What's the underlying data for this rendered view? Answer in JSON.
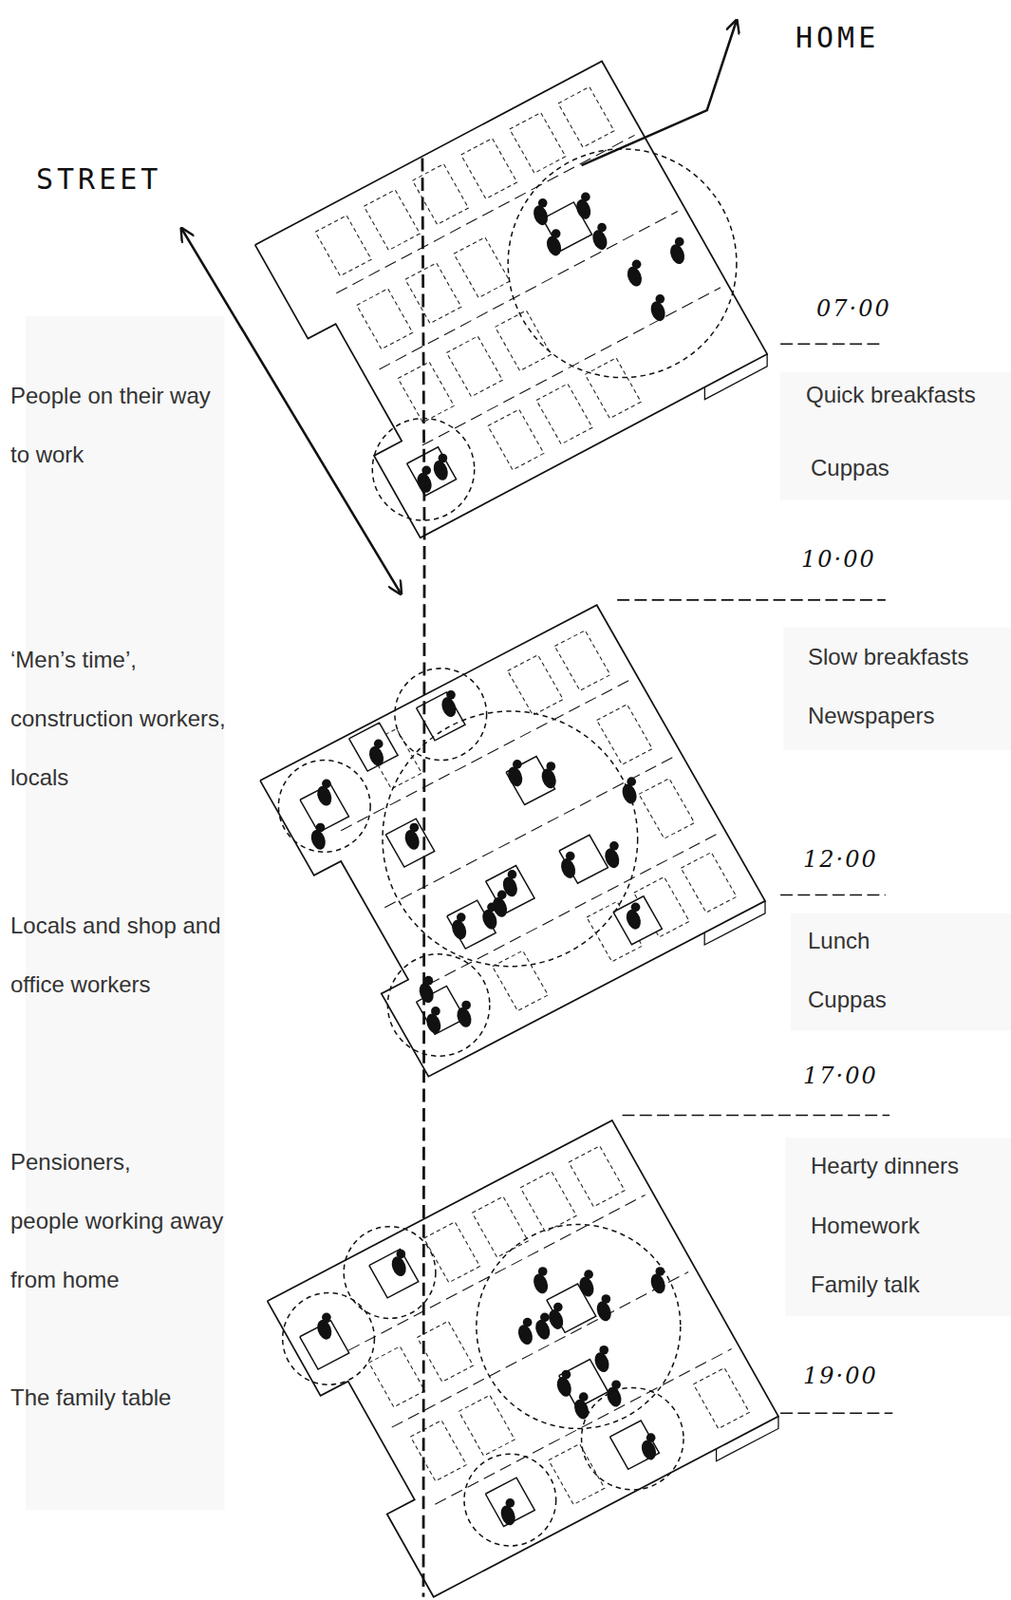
{
  "diagram": {
    "labels": [
      "HOME",
      "STREET",
      "07·00",
      "People on their way to work",
      "Quick breakfasts",
      "Cuppas",
      "10·00",
      "‘Men’s time’, construction workers, locals",
      "Slow breakfasts",
      "Newspapers",
      "12·00",
      "Locals and shop and office workers",
      "Lunch",
      "Cuppas",
      "17·00",
      "Pensioners, people working away from home",
      "Hearty dinners",
      "Homework",
      "Family talk",
      "19·00",
      "The family table"
    ]
  }
}
